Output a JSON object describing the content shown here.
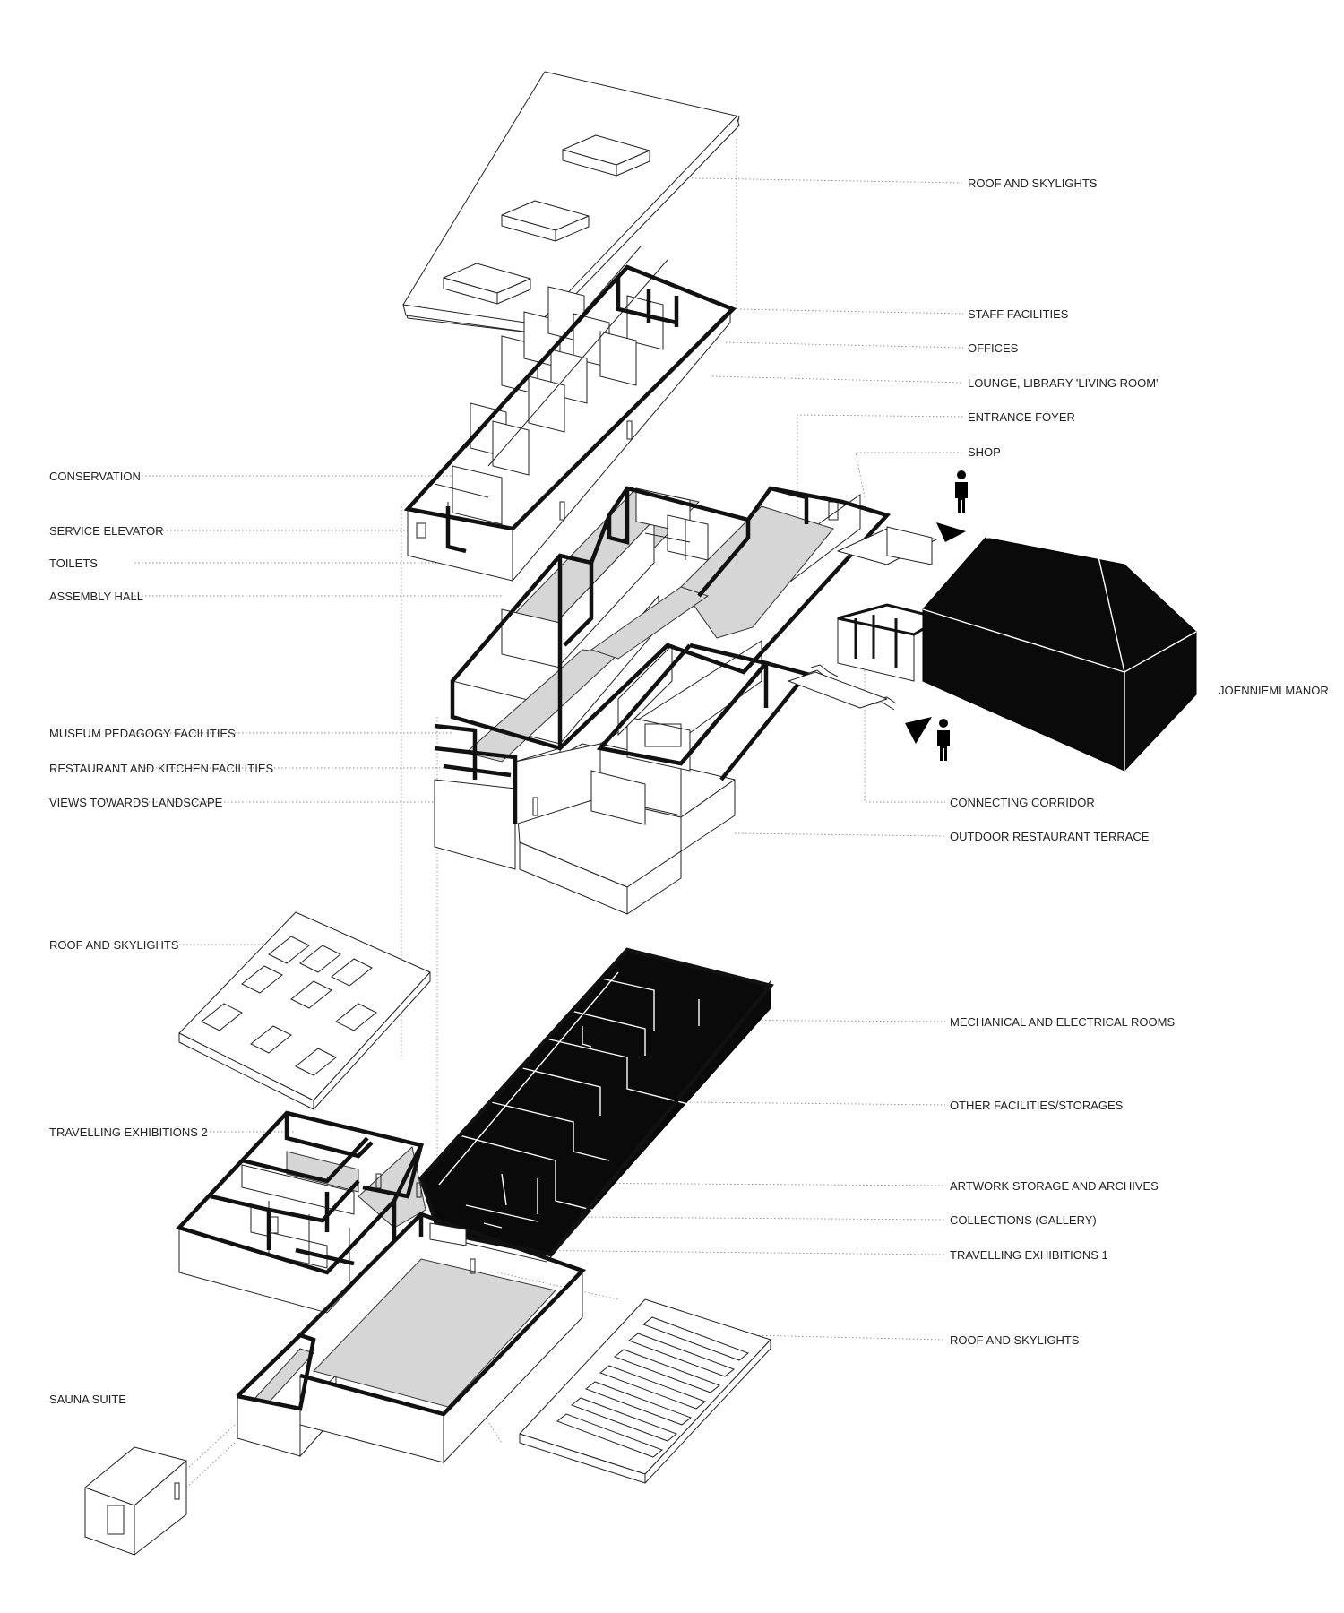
{
  "labels_right": [
    {
      "key": "roof_top",
      "text": "ROOF AND SKYLIGHTS"
    },
    {
      "key": "staff",
      "text": "STAFF FACILITIES"
    },
    {
      "key": "offices",
      "text": "OFFICES"
    },
    {
      "key": "lounge",
      "text": "LOUNGE, LIBRARY 'LIVING ROOM'"
    },
    {
      "key": "foyer",
      "text": "ENTRANCE FOYER"
    },
    {
      "key": "shop",
      "text": "SHOP"
    },
    {
      "key": "manor",
      "text": "JOENNIEMI MANOR"
    },
    {
      "key": "corridor",
      "text": "CONNECTING CORRIDOR"
    },
    {
      "key": "terrace",
      "text": "OUTDOOR RESTAURANT TERRACE"
    },
    {
      "key": "mech",
      "text": "MECHANICAL AND ELECTRICAL ROOMS"
    },
    {
      "key": "other",
      "text": "OTHER FACILITIES/STORAGES"
    },
    {
      "key": "artwork",
      "text": "ARTWORK STORAGE AND ARCHIVES"
    },
    {
      "key": "collections",
      "text": "COLLECTIONS (GALLERY)"
    },
    {
      "key": "travel1",
      "text": "TRAVELLING EXHIBITIONS 1"
    },
    {
      "key": "roof_low",
      "text": "ROOF AND SKYLIGHTS"
    }
  ],
  "labels_left": [
    {
      "key": "conservation",
      "text": "CONSERVATION"
    },
    {
      "key": "elevator",
      "text": "SERVICE ELEVATOR"
    },
    {
      "key": "toilets",
      "text": "TOILETS"
    },
    {
      "key": "assembly",
      "text": "ASSEMBLY HALL"
    },
    {
      "key": "pedagogy",
      "text": "MUSEUM PEDAGOGY FACILITIES"
    },
    {
      "key": "restaurant",
      "text": "RESTAURANT AND KITCHEN FACILITIES"
    },
    {
      "key": "views",
      "text": "VIEWS TOWARDS LANDSCAPE"
    },
    {
      "key": "roof_left",
      "text": "ROOF AND SKYLIGHTS"
    },
    {
      "key": "travel2",
      "text": "TRAVELLING EXHIBITIONS 2"
    },
    {
      "key": "sauna",
      "text": "SAUNA SUITE"
    }
  ],
  "colors": {
    "ink": "#111111",
    "floor": "#d6d6d6",
    "leader": "#888888",
    "manor": "#0a0a0a"
  }
}
